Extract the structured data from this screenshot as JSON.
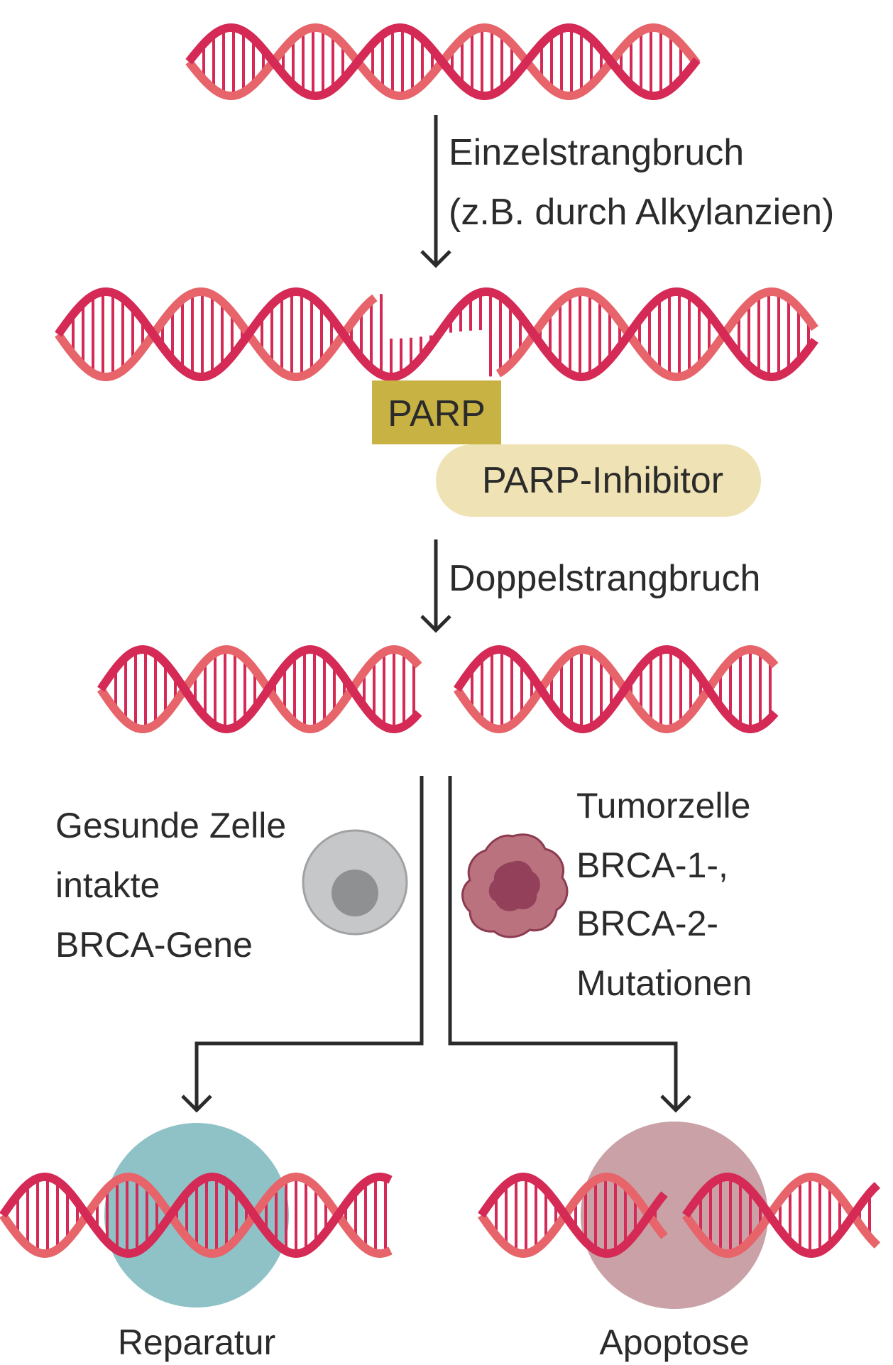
{
  "labels": {
    "single_break": "Einzelstrangbruch",
    "single_break_cause": "(z.B. durch Alkylanzien)",
    "parp": "PARP",
    "parp_inhibitor": "PARP-Inhibitor",
    "double_break": "Doppelstrangbruch",
    "healthy_line1": "Gesunde Zelle",
    "healthy_line2": "intakte",
    "healthy_line3": "BRCA-Gene",
    "tumor_line1": "Tumorzelle",
    "tumor_line2": "BRCA-1-,",
    "tumor_line3": "BRCA-2-",
    "tumor_line4": "Mutationen",
    "repair": "Reparatur",
    "apoptosis": "Apoptose"
  },
  "icons": {
    "dna": "dna-double-helix-icon",
    "healthy_cell": "healthy-cell-icon",
    "tumor_cell": "tumor-cell-icon"
  },
  "colors": {
    "strand_dark": "#d42a55",
    "strand_light": "#e6646a",
    "rung": "#d42a55",
    "arrow": "#2b2b2b",
    "parp_box": "#c8b244",
    "parp_inhibitor_pill": "#efe2b4",
    "healthy_cell_outer": "#c6c7c9",
    "healthy_cell_nucleus": "#8e9092",
    "tumor_cell_outer": "#b9727e",
    "tumor_cell_nucleus": "#93405a",
    "repair_halo": "#8fc2c7",
    "apoptosis_halo": "#c9a1a6"
  }
}
